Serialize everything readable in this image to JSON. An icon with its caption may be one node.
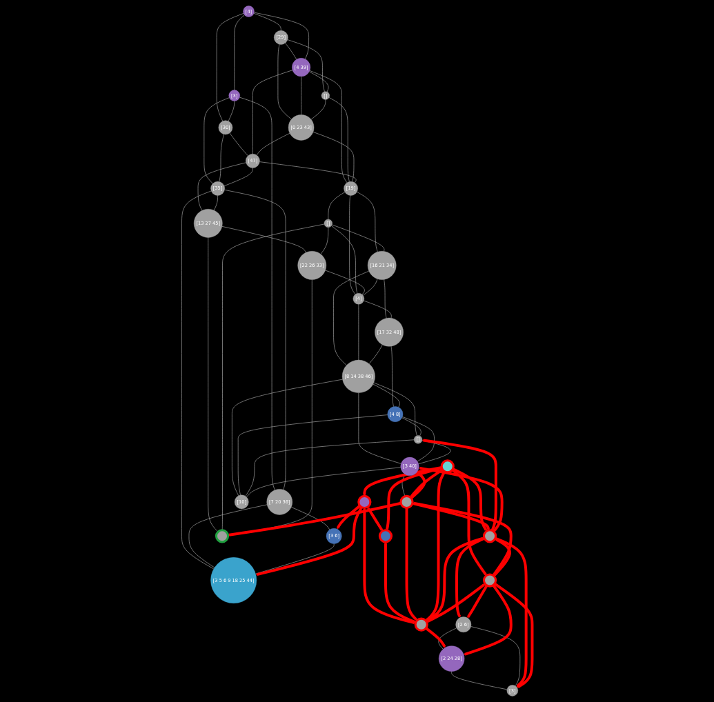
{
  "diagram": {
    "nodes": [
      {
        "text": [
          "[4]"
        ]
      },
      {
        "text": [
          "[29]"
        ]
      },
      {
        "text": [
          "[3]"
        ]
      },
      {
        "text": [
          "[30]"
        ]
      },
      {
        "text": [
          "[4 39]"
        ]
      },
      {
        "text": [
          "[7 20 36]"
        ]
      },
      {
        "text": [
          "[]"
        ]
      },
      {
        "text": [
          "[3 6]"
        ]
      },
      {
        "text": [
          "[0 23 43]"
        ]
      },
      {
        "text": [
          "[47]"
        ]
      },
      {
        "text": [
          "[35]"
        ]
      },
      {
        "text": [
          "[3 5 6 9 18 25 44]"
        ]
      },
      {
        "text": [
          "[19]"
        ]
      },
      {
        "text": [
          "[13 27 45]"
        ]
      },
      {
        "text": [],
        "shape": "circle"
      },
      {
        "text": [
          "[]"
        ]
      },
      {
        "text": [],
        "shape": "circle"
      },
      {
        "text": [],
        "shape": "circle"
      },
      {
        "text": [
          "[16 21 34]"
        ]
      },
      {
        "text": [
          "[22 26 33]"
        ]
      },
      {
        "text": [
          "[4]"
        ]
      },
      {
        "text": [],
        "shape": "circle"
      },
      {
        "text": [],
        "shape": "circle"
      },
      {
        "text": [],
        "shape": "circle"
      },
      {
        "text": [
          "[17 32 48]"
        ]
      },
      {
        "text": [
          "[8 14 38 46]"
        ]
      },
      {
        "text": [
          "[]"
        ]
      },
      {
        "text": [],
        "shape": "circle"
      },
      {
        "text": [],
        "shape": "circle"
      },
      {
        "text": [
          "[4 8]"
        ]
      },
      {
        "text": [
          "[3 40]"
        ]
      },
      {
        "text": [
          "[2 24 28]"
        ]
      },
      {
        "text": [
          "[10]"
        ]
      },
      {
        "text": [
          "[2 6]"
        ]
      },
      {
        "text": [
          "[3]"
        ]
      }
    ],
    "edges": [
      {
        "from": 0,
        "to": 1,
        "arrow": "none"
      },
      {
        "from": 1,
        "to": 6,
        "arrow": "none"
      },
      {
        "from": 1,
        "to": 8,
        "arrow": "none"
      },
      {
        "from": 1,
        "to": 4,
        "arrow": "none"
      },
      {
        "from": 0,
        "to": 4,
        "arrow": "none"
      },
      {
        "from": 0,
        "to": 3,
        "arrow": "none"
      },
      {
        "from": 0,
        "to": 2,
        "arrow": "none"
      },
      {
        "from": 2,
        "to": 3,
        "arrow": "none"
      },
      {
        "from": 2,
        "to": 10,
        "arrow": "none"
      },
      {
        "from": 2,
        "to": 5,
        "arrow": "none"
      },
      {
        "from": 3,
        "to": 9,
        "arrow": "none"
      },
      {
        "from": 3,
        "to": 10,
        "arrow": "none"
      },
      {
        "from": 4,
        "to": 6,
        "arrow": "none"
      },
      {
        "from": 4,
        "to": 8,
        "arrow": "none"
      },
      {
        "from": 4,
        "to": 12,
        "arrow": "none"
      },
      {
        "from": 4,
        "to": 9,
        "arrow": "none"
      },
      {
        "from": 6,
        "to": 8,
        "arrow": "none"
      },
      {
        "from": 6,
        "to": 12,
        "arrow": "none"
      },
      {
        "from": 8,
        "to": 9,
        "arrow": "none"
      },
      {
        "from": 8,
        "to": 12,
        "arrow": "none"
      },
      {
        "from": 9,
        "to": 12,
        "arrow": "none"
      },
      {
        "from": 9,
        "to": 10,
        "arrow": "none"
      },
      {
        "from": 9,
        "to": 13,
        "arrow": "none"
      },
      {
        "from": 10,
        "to": 5,
        "arrow": "none"
      },
      {
        "from": 10,
        "to": 11,
        "arrow": "none"
      },
      {
        "from": 10,
        "to": 13,
        "arrow": "none"
      },
      {
        "from": 5,
        "to": 7,
        "arrow": "none"
      },
      {
        "from": 5,
        "to": 11,
        "arrow": "none"
      },
      {
        "from": 7,
        "to": 11,
        "arrow": "none"
      },
      {
        "from": 12,
        "to": 15,
        "arrow": "none"
      },
      {
        "from": 12,
        "to": 18,
        "arrow": "none"
      },
      {
        "from": 12,
        "to": 20,
        "arrow": "none"
      },
      {
        "from": 13,
        "to": 19,
        "arrow": "none"
      },
      {
        "from": 13,
        "to": 17,
        "arrow": "none"
      },
      {
        "from": 15,
        "to": 18,
        "arrow": "none"
      },
      {
        "from": 15,
        "to": 20,
        "arrow": "none"
      },
      {
        "from": 15,
        "to": 19,
        "arrow": "none"
      },
      {
        "from": 15,
        "to": 17,
        "arrow": "none"
      },
      {
        "from": 19,
        "to": 20,
        "arrow": "none"
      },
      {
        "from": 19,
        "to": 17,
        "arrow": "none"
      },
      {
        "from": 18,
        "to": 20,
        "arrow": "none"
      },
      {
        "from": 18,
        "to": 24,
        "arrow": "none"
      },
      {
        "from": 18,
        "to": 25,
        "arrow": "none"
      },
      {
        "from": 20,
        "to": 24,
        "arrow": "none"
      },
      {
        "from": 20,
        "to": 25,
        "arrow": "none"
      },
      {
        "from": 24,
        "to": 25,
        "arrow": "none"
      },
      {
        "from": 24,
        "to": 29,
        "arrow": "none"
      },
      {
        "from": 25,
        "to": 29,
        "arrow": "none"
      },
      {
        "from": 25,
        "to": 26,
        "arrow": "none"
      },
      {
        "from": 25,
        "to": 30,
        "arrow": "none"
      },
      {
        "from": 25,
        "to": 32,
        "arrow": "none"
      },
      {
        "from": 29,
        "to": 26,
        "arrow": "none"
      },
      {
        "from": 29,
        "to": 30,
        "arrow": "none"
      },
      {
        "from": 29,
        "to": 32,
        "arrow": "none"
      },
      {
        "from": 26,
        "to": 32,
        "arrow": "none"
      },
      {
        "from": 26,
        "to": 30,
        "arrow": "none"
      },
      {
        "from": 30,
        "to": 32,
        "arrow": "none"
      },
      {
        "from": 30,
        "to": 23,
        "arrow": "none"
      },
      {
        "from": 31,
        "to": 34,
        "arrow": "none"
      },
      {
        "from": 33,
        "to": 34,
        "arrow": "none"
      },
      {
        "from": 33,
        "to": 31,
        "arrow": "none"
      },
      {
        "from": 14,
        "to": 7,
        "arrow": "to",
        "style": "thick",
        "color": "#ff0000"
      },
      {
        "from": 14,
        "to": 11,
        "arrow": "to",
        "style": "thick",
        "color": "#ff0000"
      },
      {
        "from": 14,
        "to": 16,
        "arrow": "both",
        "style": "thick",
        "color": "#ff0000"
      },
      {
        "from": 21,
        "to": 14,
        "arrow": "to",
        "style": "thick",
        "color": "#ff0000"
      },
      {
        "from": 14,
        "to": 22,
        "arrow": "both",
        "style": "thick",
        "color": "#ff0000"
      },
      {
        "from": 21,
        "to": 16,
        "arrow": "to",
        "style": "thick",
        "color": "#ff0000"
      },
      {
        "from": 16,
        "to": 22,
        "arrow": "both",
        "style": "thick",
        "color": "#ff0000"
      },
      {
        "from": 23,
        "to": 17,
        "arrow": "to",
        "style": "thick",
        "color": "#ff0000"
      },
      {
        "from": 21,
        "to": 23,
        "arrow": "to",
        "style": "thick",
        "color": "#ff0000"
      },
      {
        "from": 23,
        "to": 22,
        "arrow": "to",
        "style": "thick",
        "color": "#ff0000"
      },
      {
        "from": 21,
        "to": 22,
        "arrow": "to",
        "style": "thick",
        "color": "#ff0000"
      },
      {
        "from": 21,
        "to": 27,
        "arrow": "to",
        "style": "thick",
        "color": "#ff0000"
      },
      {
        "from": 21,
        "to": 28,
        "arrow": "to",
        "style": "thick",
        "color": "#ff0000"
      },
      {
        "from": 23,
        "to": 27,
        "arrow": "both",
        "style": "thick",
        "color": "#ff0000"
      },
      {
        "from": 23,
        "to": 28,
        "arrow": "both",
        "style": "thick",
        "color": "#ff0000"
      },
      {
        "from": 27,
        "to": 22,
        "arrow": "both",
        "style": "thick",
        "color": "#ff0000"
      },
      {
        "from": 28,
        "to": 22,
        "arrow": "both",
        "style": "thick",
        "color": "#ff0000"
      },
      {
        "from": 27,
        "to": 28,
        "arrow": "both",
        "style": "thick",
        "color": "#ff0000"
      },
      {
        "from": 27,
        "to": 26,
        "arrow": "to",
        "style": "thick",
        "color": "#ff0000"
      },
      {
        "from": 23,
        "to": 30,
        "arrow": "to",
        "style": "thick",
        "color": "#ff0000"
      },
      {
        "from": 27,
        "to": 30,
        "arrow": "to",
        "style": "thick",
        "color": "#ff0000"
      },
      {
        "from": 22,
        "to": 31,
        "arrow": "to",
        "style": "thick",
        "color": "#ff0000"
      },
      {
        "from": 27,
        "to": 33,
        "arrow": "to",
        "style": "thick",
        "color": "#ff0000"
      },
      {
        "from": 27,
        "to": 34,
        "arrow": "to",
        "style": "thick",
        "color": "#ff0000"
      },
      {
        "from": 28,
        "to": 33,
        "arrow": "to",
        "style": "thick",
        "color": "#ff0000"
      },
      {
        "from": 28,
        "to": 34,
        "arrow": "to",
        "style": "thick",
        "color": "#ff0000"
      },
      {
        "from": 28,
        "to": 31,
        "arrow": "to",
        "style": "thick",
        "color": "#ff0000"
      }
    ]
  }
}
